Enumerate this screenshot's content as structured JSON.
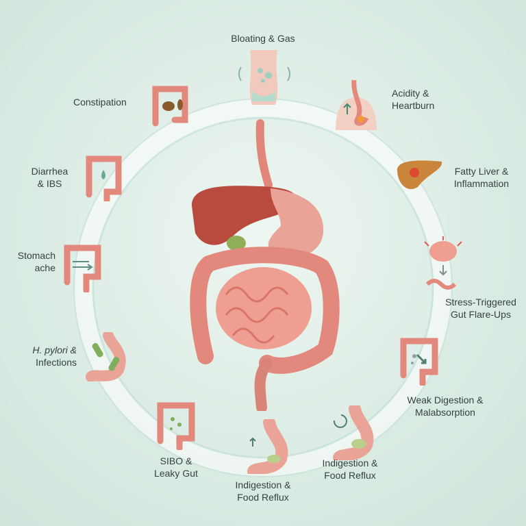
{
  "title": "Digestive Health Conditions",
  "labels": {
    "bloating": [
      "Bloating & Gas"
    ],
    "constipation": [
      "Constipation"
    ],
    "acidity": [
      "Acidity &",
      "Heartburn"
    ],
    "fatty_liver": [
      "Fatty Liver &",
      "Inflammation"
    ],
    "diarrhea": [
      "Diarrhea",
      "& IBS"
    ],
    "stomach_ache": [
      "Stomach",
      "ache"
    ],
    "stress": [
      "Stress-Triggered",
      "Gut Flare-Ups"
    ],
    "hpylori": [
      "H. pylori &",
      "Infections"
    ],
    "weak_digestion": [
      "Weak Digestion &",
      "Malabsorption"
    ],
    "sibo": [
      "SIBO &",
      "Leaky Gut"
    ],
    "indigestion_bottom": [
      "Indigestion &",
      "Food Reflux"
    ],
    "indigestion_right": [
      "Indigestion &",
      "Food Reflux"
    ]
  },
  "colors": {
    "organ": "#e8897c",
    "liver": "#b9483c",
    "ring": "#ffffff",
    "text": "#33403d"
  }
}
